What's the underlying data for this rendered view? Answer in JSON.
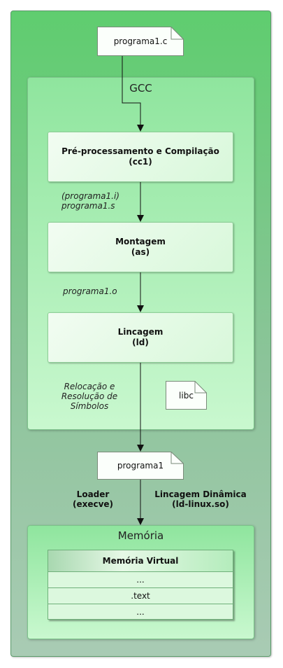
{
  "source_file": "programa1.c",
  "gcc": {
    "title": "GCC",
    "steps": [
      {
        "line1": "Pré-processamento e Compilação",
        "line2": "(cc1)"
      },
      {
        "line1": "Montagem",
        "line2": "(as)"
      },
      {
        "line1": "Lincagem",
        "line2": "(ld)"
      }
    ],
    "notes": {
      "after_compile_1": "(programa1.i)",
      "after_compile_2": "programa1.s",
      "after_assemble": "programa1.o",
      "link_note_1": "Relocação e",
      "link_note_2": "Resolução de",
      "link_note_3": "Símbolos"
    },
    "library": "libc"
  },
  "executable": "programa1",
  "loader": {
    "line1": "Loader",
    "line2": "(execve)"
  },
  "dynamic_linking": {
    "line1": "Lincagem Dinâmica",
    "line2": "(ld-linux.so)"
  },
  "memory": {
    "title": "Memória",
    "table_header": "Memória Virtual",
    "rows": [
      "...",
      ".text",
      "..."
    ]
  }
}
